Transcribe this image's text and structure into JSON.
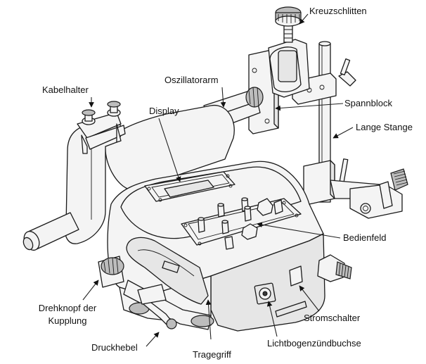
{
  "labels": {
    "kreuzschlitten": "Kreuzschlitten",
    "kabelhalter": "Kabelhalter",
    "oszillatorarm": "Oszillatorarm",
    "display": "Display",
    "spannblock": "Spannblock",
    "lange_stange": "Lange Stange",
    "bedienfeld": "Bedienfeld",
    "drehknopf_line1": "Drehknopf der",
    "drehknopf_line2": "Kupplung",
    "druckhebel": "Druckhebel",
    "tragegriff": "Tragegriff",
    "stromschalter": "Stromschalter",
    "lichtbogen": "Lichtbogenzündbuchse"
  }
}
